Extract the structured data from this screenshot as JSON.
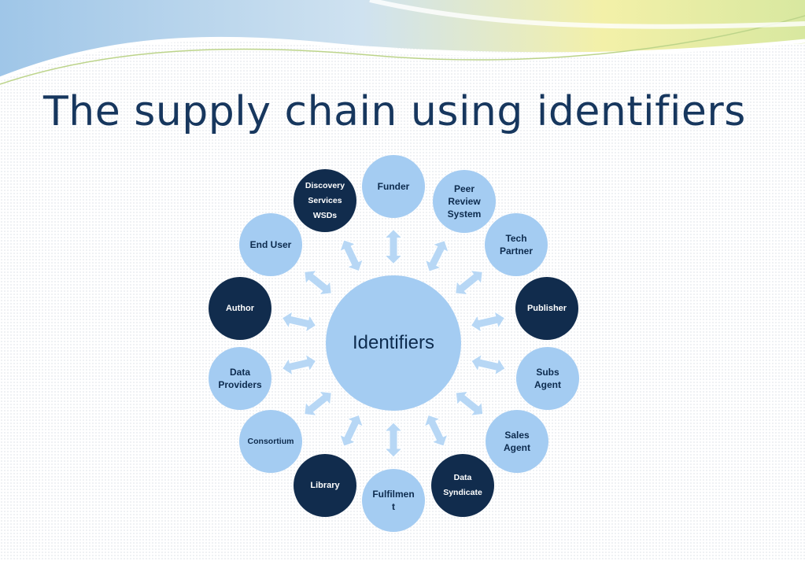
{
  "slide": {
    "title": "The supply chain using identifiers"
  },
  "diagram": {
    "center": "Identifiers",
    "nodes": [
      {
        "id": "funder",
        "label": "Funder",
        "style": "light"
      },
      {
        "id": "peer-review-system",
        "label": "Peer\nReview\nSystem",
        "style": "light"
      },
      {
        "id": "tech-partner",
        "label": "Tech\nPartner",
        "style": "light"
      },
      {
        "id": "publisher",
        "label": "Publisher",
        "style": "dark"
      },
      {
        "id": "subs-agent",
        "label": "Subs\nAgent",
        "style": "light"
      },
      {
        "id": "sales-agent",
        "label": "Sales\nAgent",
        "style": "light"
      },
      {
        "id": "data-syndicate",
        "label": "Data\nSyndicate",
        "style": "dark"
      },
      {
        "id": "fulfilment",
        "label": "Fulfilmen\nt",
        "style": "light"
      },
      {
        "id": "library",
        "label": "Library",
        "style": "dark"
      },
      {
        "id": "consortium",
        "label": "Consortium",
        "style": "light"
      },
      {
        "id": "data-providers",
        "label": "Data\nProviders",
        "style": "light"
      },
      {
        "id": "author",
        "label": "Author",
        "style": "dark"
      },
      {
        "id": "end-user",
        "label": "End User",
        "style": "light"
      },
      {
        "id": "discovery-services",
        "label": "Discovery\nServices\nWSDs",
        "style": "dark"
      }
    ],
    "colors": {
      "light": "#a4ccf2",
      "dark": "#112c4d",
      "arrow": "#b7d7f5",
      "title": "#17375e"
    }
  }
}
